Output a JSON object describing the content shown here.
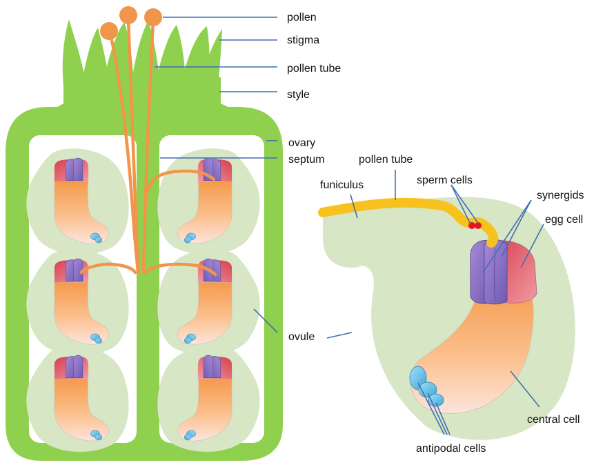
{
  "labels": {
    "pollen": "pollen",
    "stigma": "stigma",
    "pollen_tube": "pollen tube",
    "style": "style",
    "ovary": "ovary",
    "septum": "septum",
    "ovule": "ovule",
    "pollen_tube_right": "pollen tube",
    "funiculus": "funiculus",
    "sperm_cells": "sperm cells",
    "synergids": "synergids",
    "egg_cell": "egg cell",
    "central_cell": "central cell",
    "antipodal_cells": "antipodal cells"
  },
  "colors": {
    "pistil_green": "#8fd14f",
    "ovule_tissue": "#d7e6c4",
    "pollen_orange": "#f0954a",
    "pollen_tube_yellow": "#f7c21e",
    "synergid_purple": "#8f78c8",
    "egg_red": "#e0566a",
    "sperm_red": "#e8141c",
    "antipodal_blue": "#6cc3ea",
    "leader_line": "#3f6fb5"
  }
}
